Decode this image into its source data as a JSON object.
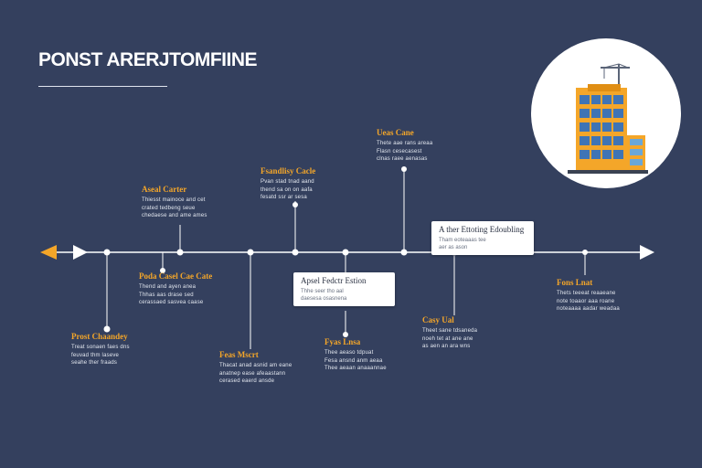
{
  "title": "PONST ARERJTOMFIINE",
  "colors": {
    "background": "#34405e",
    "accent": "#f4a629",
    "line": "#ffffff"
  },
  "hero": {
    "icon": "building-under-construction-icon"
  },
  "events": [
    {
      "label": "Prost Chaandey",
      "desc": "Treat sonaen faes dns\nfeuvad thm laseve\nseahe ther fraads"
    },
    {
      "label": "Aseal Carter",
      "desc": "Thiesst mainoce and cet\ncrated tedbeng seue\nchedaese and ame ames"
    },
    {
      "label": "Poda Casel Cae Cate",
      "desc": "Thend and ayen anea\nThhas aas drase sed\ncerassaed sasvea caase"
    },
    {
      "label": "Feas Mscrt",
      "desc": "Thacat anad asnid am eane\nanatnep ease afeaastann\ncerased eaerd ansde"
    },
    {
      "label": "Fsandlisy Cacle",
      "desc": "Pvan stad tnad aand\nthend sa on on aafa\nfesatd ssr ar sesa"
    },
    {
      "label": "Fyas Lnsa",
      "desc": "Thee aeaso tdpuat\nFesa ansnd anm aeaa\nThee aeaan anaaannae"
    },
    {
      "label": "Ueas Cane",
      "desc": "Thete aae rans areaa\nFlasn cesecasest\nclnas raee aenasas"
    },
    {
      "label": "Casy Ual",
      "desc": "Theet sane tdsaneda\nnoeh tet at ane ane\nas aen an ara wns"
    },
    {
      "label": "Fons Lnat",
      "desc": "Thets teeeat reaaeane\nnote toaaor aaa roane\nnoteaaaa aadar weadaa"
    }
  ],
  "callouts": [
    {
      "label": "Apsel Fedctr Estion",
      "desc": "Thhe seer tho aal\ndaesesa osasnena"
    },
    {
      "label": "A ther Ettoting Edoubling",
      "desc": "Tham eoteaaas tee\naer as ason"
    }
  ]
}
